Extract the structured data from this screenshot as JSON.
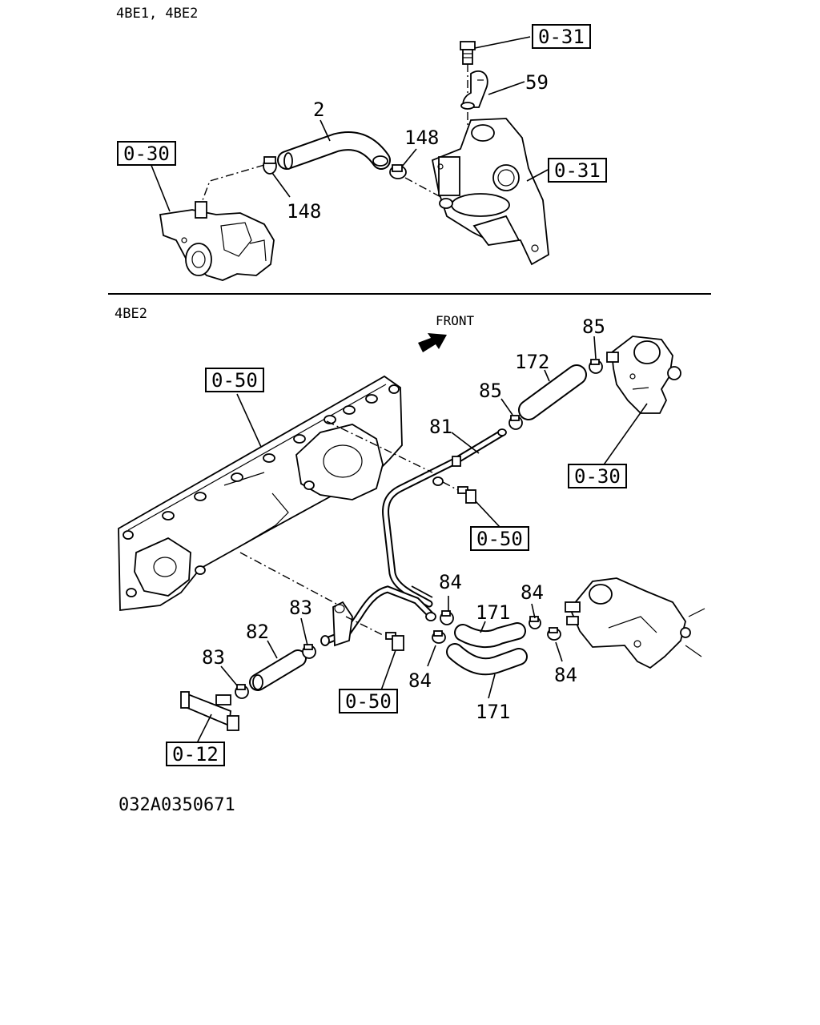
{
  "sections": {
    "top_header": "4BE1, 4BE2",
    "bottom_header": "4BE2"
  },
  "front_label": "FRONT",
  "drawing_code": "032A0350671",
  "top_callouts": {
    "ref_0_31_a": "0-31",
    "ref_0_31_b": "0-31",
    "ref_0_30": "0-30",
    "part_59": "59",
    "part_2": "2",
    "part_148_a": "148",
    "part_148_b": "148"
  },
  "bottom_callouts": {
    "ref_0_50_a": "0-50",
    "ref_0_50_b": "0-50",
    "ref_0_50_c": "0-50",
    "ref_0_30": "0-30",
    "ref_0_12": "0-12",
    "part_85_a": "85",
    "part_85_b": "85",
    "part_172": "172",
    "part_81": "81",
    "part_84_a": "84",
    "part_84_b": "84",
    "part_84_c": "84",
    "part_84_d": "84",
    "part_171_a": "171",
    "part_171_b": "171",
    "part_83_a": "83",
    "part_83_b": "83",
    "part_82": "82"
  },
  "colors": {
    "ink": "#000000",
    "paper": "#ffffff"
  }
}
